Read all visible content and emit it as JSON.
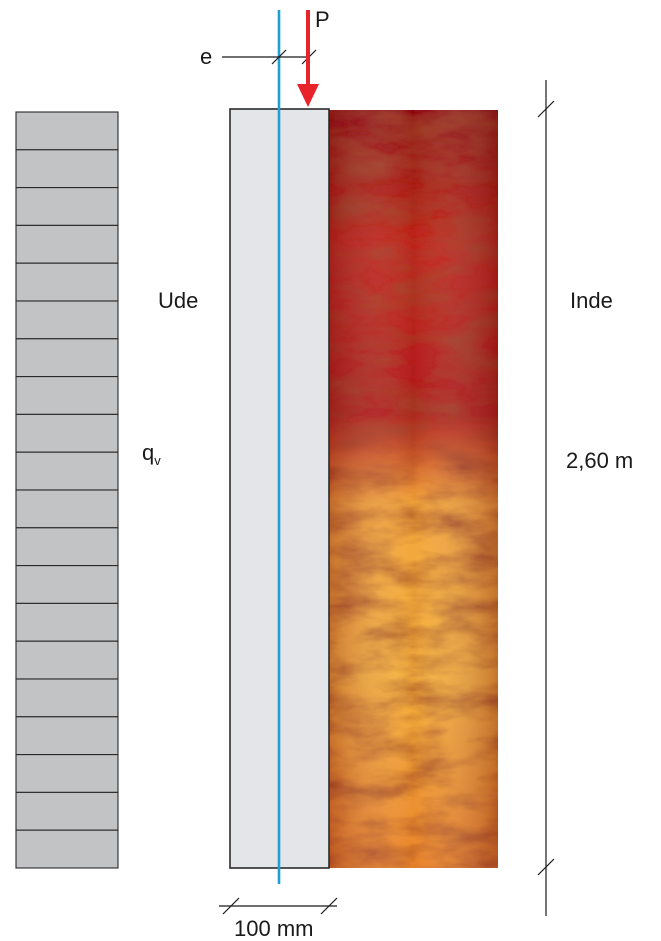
{
  "labels": {
    "load": "P",
    "eccentricity": "e",
    "outside": "Ude",
    "inside": "Inde",
    "wind_load": "q",
    "wind_load_sub": "v",
    "height": "2,60 m",
    "thickness": "100 mm"
  },
  "colors": {
    "load_arrow": "#e8232a",
    "centerline": "#1ea0d2",
    "wall_fill": "#e3e5e8",
    "load_block_fill": "#c2c3c5",
    "fire_dark": "#a5141a",
    "fire_bright": "#f6b53a"
  },
  "wind_load_blocks": 20
}
